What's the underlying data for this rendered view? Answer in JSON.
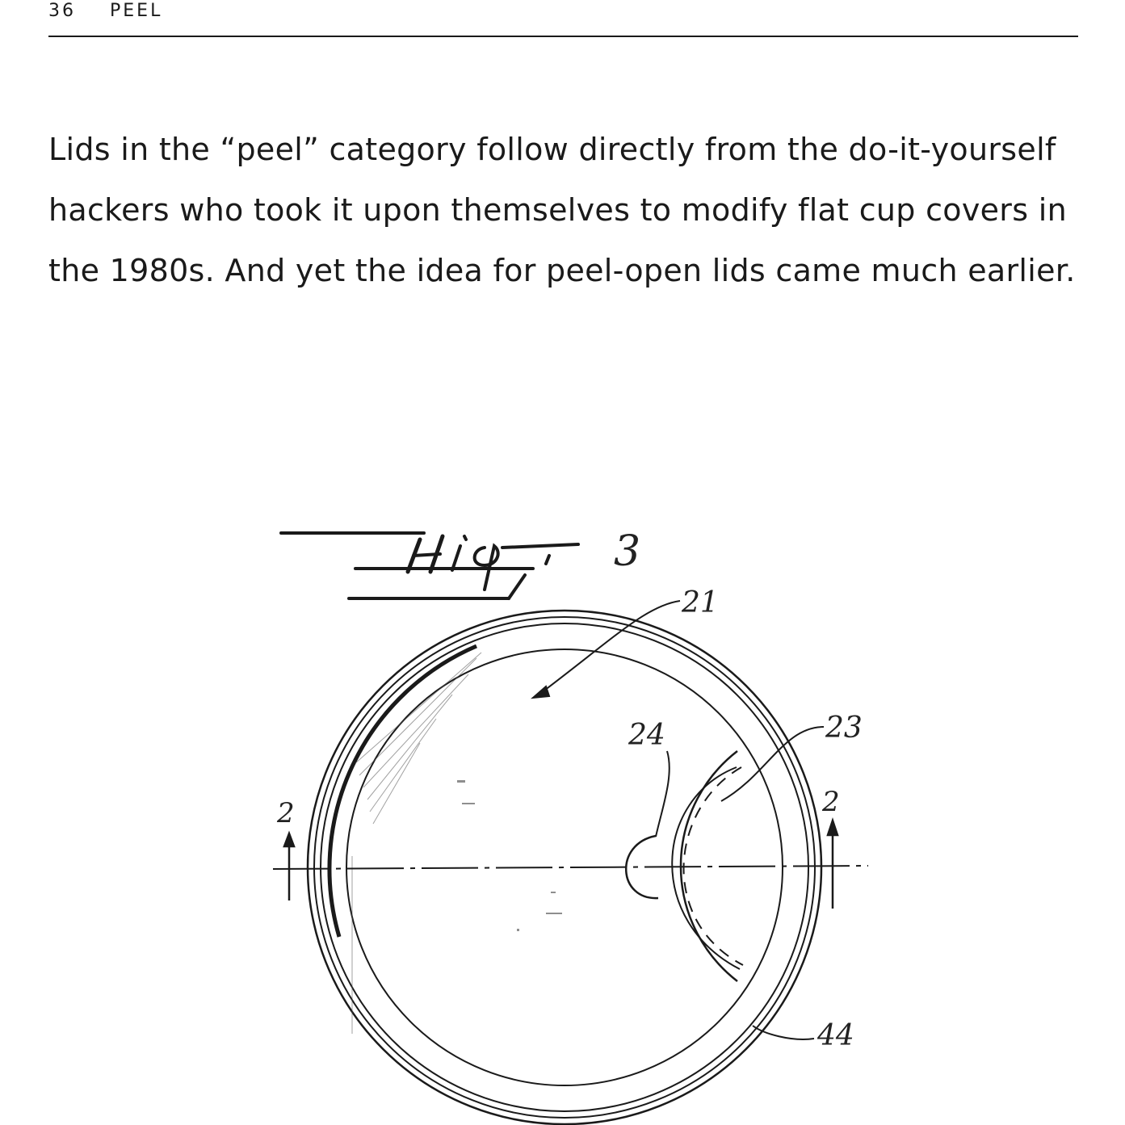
{
  "header": {
    "page_number": "36",
    "section_title": "PEEL"
  },
  "body": {
    "paragraph": "Lids in the “peel” category follow directly from the do-it-yourself hackers who took it upon themselves to modify flat cup covers in the 1980s. And yet the idea for peel-open lids came much earlier."
  },
  "figure": {
    "fig_number": "3",
    "callouts": {
      "lid": "21",
      "tab_area": "23",
      "tab": "24",
      "rim": "44",
      "section_left": "2",
      "section_right": "2"
    }
  }
}
